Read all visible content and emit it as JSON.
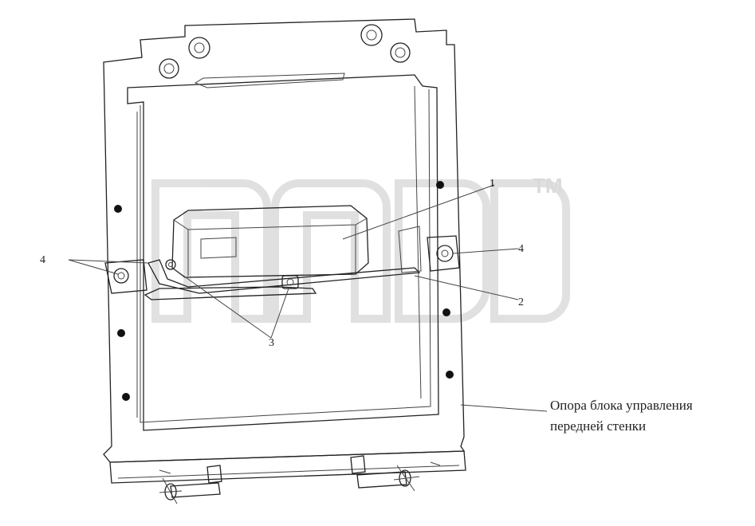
{
  "diagram": {
    "watermark_tm": "TM",
    "callouts": {
      "c1": "1",
      "c2": "2",
      "c3": "3",
      "c4_left": "4",
      "c4_right": "4"
    },
    "caption": {
      "line1": "Опора блока управления",
      "line2": "передней стенки"
    },
    "colors": {
      "outline": "#222222",
      "watermark": "#bdbdbd",
      "background": "#ffffff"
    }
  }
}
